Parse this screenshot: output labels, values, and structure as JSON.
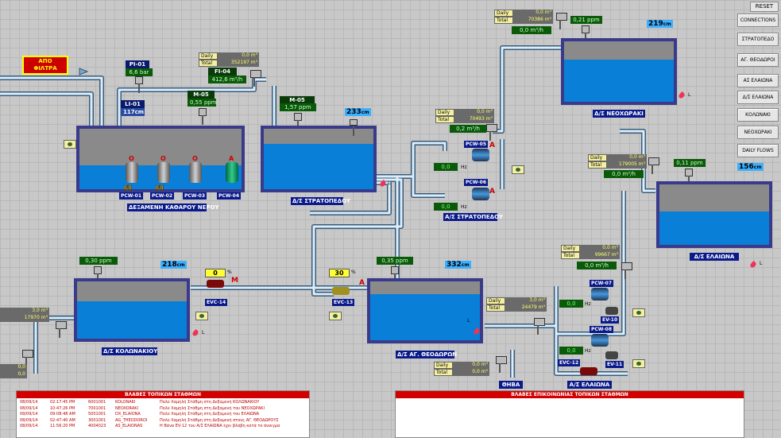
{
  "reset_label": "RESET",
  "side_buttons": [
    "CONNECTIONS",
    "ΣΤΡΑΤΟΠΕΔΟ",
    "ΑΓ. ΘΕΟΔΩΡΟΙ",
    "ΑΣ ΕΛΑΙΩΝΑ",
    "Δ/Σ ΕΛΑΙΩΝΑ",
    "ΚΟΛΩΝΑΚΙ",
    "ΝΕΟΧΩΡΑΚΙ",
    "DAILY FLOWS"
  ],
  "apo_filtra": "ΑΠΟ\nΦΙΛΤΡΑ",
  "pi01": {
    "tag": "PI-01",
    "value": "6,6",
    "unit": "bar"
  },
  "li01": {
    "tag": "LI-01",
    "value": "117",
    "unit": "cm"
  },
  "m05a": {
    "tag": "M-05",
    "value": "0,55",
    "unit": "ppm"
  },
  "m05b": {
    "tag": "M-05",
    "value": "1,57",
    "unit": "ppm"
  },
  "fi04": {
    "tag": "FI-04",
    "daily_label": "Daily",
    "total_label": "Total",
    "daily": "0,0",
    "daily_unit": "m³",
    "total": "352197",
    "total_unit": "m³",
    "flow": "412,6",
    "flow_unit": "m³/h"
  },
  "clean_tank": {
    "label": "ΔΕΞΑΜΕΝΗ ΚΑΘΑΡΟΥ ΝΕΡΟΥ",
    "water": 0.4,
    "pumps": [
      {
        "tag": "PCW-01",
        "val": "0,0",
        "state": "O"
      },
      {
        "tag": "PCW-02",
        "val": "0,0",
        "state": "O"
      },
      {
        "tag": "PCW-03",
        "val": "0,0",
        "state": "O"
      },
      {
        "tag": "PCW-04",
        "val": "",
        "state": "A"
      }
    ]
  },
  "stratopedo": {
    "label": "Δ/Σ ΣΤΡΑΤΟΠΕΔΟΥ",
    "level": "233",
    "unit": "cm",
    "water": 0.75,
    "l": "L"
  },
  "pst_strat": {
    "label": "Α/Σ ΣΤΡΑΤΟΠΕΔΟΥ",
    "daily": "0,0",
    "total": "70493",
    "flow": "0,2",
    "flow_unit": "m³/h",
    "pcw05": {
      "tag": "PCW-05",
      "hz": "0,0",
      "hz_unit": "Hz",
      "state": "A"
    },
    "pcw06": {
      "tag": "PCW-06",
      "hz": "0,0",
      "hz_unit": "Hz",
      "state": "A"
    }
  },
  "neoxoraki": {
    "label": "Δ/Σ ΝΕΟΧΩΡΑΚΙ",
    "level": "219",
    "unit": "cm",
    "water": 0.7,
    "ppm": "0,21",
    "ppm_unit": "ppm",
    "daily": "0,0",
    "total": "70386",
    "flow": "0,0",
    "flow_unit": "m³/h",
    "l": "L"
  },
  "elaiona_tank": {
    "label": "Δ/Σ ΕΛΑΙΩΝΑ",
    "level": "156",
    "unit": "cm",
    "water": 0.55,
    "ppm": "0,11",
    "ppm_unit": "ppm",
    "daily": "0,0",
    "total": "179005",
    "flow": "0,0",
    "flow_unit": "m³/h",
    "l": "L"
  },
  "kolonaki": {
    "label": "Δ/Σ ΚΟΛΩΝΑΚΙΟΥ",
    "level": "218",
    "unit": "cm",
    "water": 0.65,
    "ppm": "0,30",
    "ppm_unit": "ppm",
    "l": "L",
    "daily": "3,0",
    "total": "17970",
    "flow": "0,0",
    "valve_tag": "EVC-14",
    "valve_pct": "0",
    "mode": "M"
  },
  "theodoroi": {
    "label": "Δ/Σ ΑΓ. ΘΕΟΔΩΡΩΝ",
    "level": "332",
    "unit": "cm",
    "water": 0.78,
    "ppm": "0,35",
    "ppm_unit": "ppm",
    "l": "L",
    "daily": "3,0",
    "total": "24479",
    "valve_tag": "EVC-13",
    "valve_pct": "30",
    "mode": "A"
  },
  "thiva": {
    "label": "ΘΗΒΑ",
    "daily": "0,0",
    "total": "0,0"
  },
  "pst_elaiona": {
    "label": "Α/Σ ΕΛΑΙΩΝΑ",
    "daily": "0,0",
    "total": "99667",
    "flow": "0,0",
    "pcw07": {
      "tag": "PCW-07",
      "hz": "0,0",
      "hz_unit": "Hz"
    },
    "pcw08": {
      "tag": "PCW-08",
      "hz": "0,0",
      "hz_unit": "Hz"
    },
    "ev10": "EV-10",
    "ev11": "EV-11",
    "evc12": "EVC-12"
  },
  "percent": "%",
  "alarm_panel": {
    "title": "ΒΛΑΒΕΣ ΤΟΠΙΚΩΝ ΣΤΑΘΜΩΝ",
    "rows": [
      [
        "08/09/14",
        "02:17:45 PM",
        "6001001",
        "KOLONAKI",
        "Πολύ Χαμηλή Στάθμη στη Δεξαμενή ΚΟΛΩΝΑΚΙΟΥ"
      ],
      [
        "08/09/14",
        "10:47:26 PM",
        "7001001",
        "NEOXORAKI",
        "Πολύ Χαμηλή Στάθμη στη Δεξαμενή του ΝΕΟΧΩΡΑΚΙ"
      ],
      [
        "09/09/14",
        "09:08:48 AM",
        "5001001",
        "DX_ELAIONA",
        "Πολύ Χαμηλή Στάθμη στη Δεξαμενή του ΕΛΑΙΩΝΑ"
      ],
      [
        "08/09/14",
        "02:47:40 AM",
        "3001001",
        "AG_THEODOROI",
        "Πολύ Χαμηλή Στάθμη στη Δεξαμενή στους ΑΓ. ΘΕΟΔΩΡΟΥΣ"
      ],
      [
        "08/09/14",
        "11:56:20 PM",
        "4004023",
        "AS_ELAIONAS",
        "Η Βάνα EV-12 του Α/Σ ΕΛΑΙΩΝΑ έχει βλάβη κατά το άνοιγμα"
      ]
    ]
  },
  "comm_panel": {
    "title": "ΒΛΑΒΕΣ ΕΠΙΚΟΙΝΩΝΙΑΣ ΤΟΠΙΚΩΝ ΣΤΑΘΜΩΝ"
  },
  "left_meter": {
    "daily": "3,0",
    "total": "17970"
  },
  "left_meter2": {
    "val1": "0,0",
    "val2": "0,0"
  },
  "colors": {
    "water": "#0a7fd8",
    "pipe": "#d8ecf8",
    "tank_border": "#3a3a8a",
    "alarm_red": "#d40000"
  }
}
